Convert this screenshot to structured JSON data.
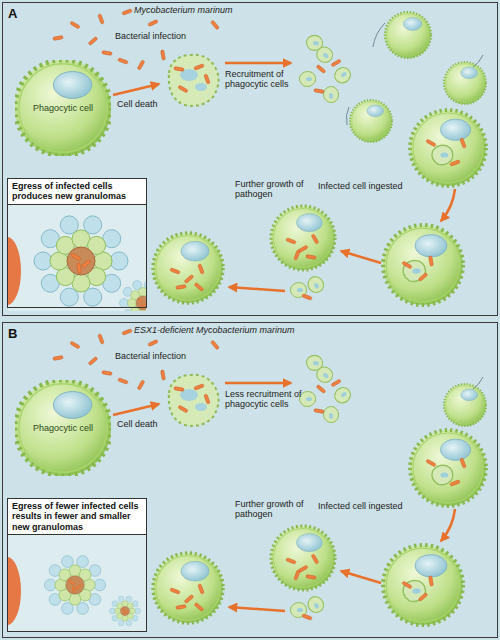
{
  "diagram": {
    "nodes": [
      {
        "text": [
          "A"
        ]
      },
      {
        "text": [
          "Phagocytic cell"
        ],
        "in": 0
      },
      {
        "text": [
          "Egress of infected cells produces new granulomas"
        ],
        "in": 0
      },
      {
        "text": [
          "B"
        ]
      },
      {
        "text": [
          "Phagocytic cell"
        ],
        "in": 3
      },
      {
        "text": [
          "Egress of fewer infected cells results in fewer and smaller new granulomas"
        ],
        "in": 3
      }
    ],
    "labels": [
      "Bacterial infection",
      "Cell death",
      "Recruitment of phagocytic cells",
      "Infected cell ingested",
      "Further growth of pathogen",
      "Bacterial infection",
      "Cell death",
      "Less recruitment of phagocytic cells",
      "Infected cell ingested",
      "Further growth of pathogen"
    ],
    "legend": [
      {
        "text": "Mycobacterium marinum"
      },
      {
        "text": "ESX1-deficient Mycobacterium marinum"
      }
    ]
  }
}
